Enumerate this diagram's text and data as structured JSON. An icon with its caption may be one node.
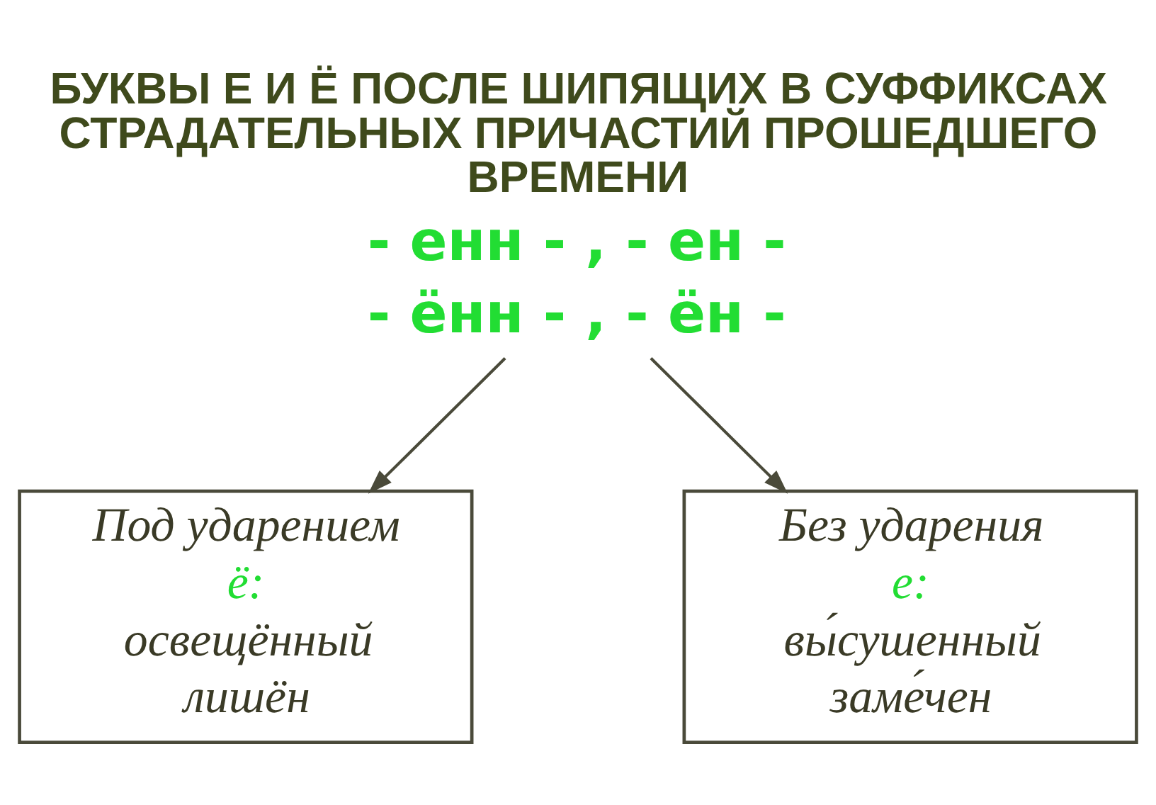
{
  "diagram": {
    "title": "БУКВЫ Е И Ё ПОСЛЕ ШИПЯЩИХ В СУФФИКСАХ СТРАДАТЕЛЬНЫХ ПРИЧАСТИЙ ПРОШЕДШЕГО ВРЕМЕНИ",
    "nodes": [
      {
        "text": [
          "- енн - , - ен -",
          "- ённ - , - ён -"
        ]
      },
      {
        "text": [
          "Под ударением",
          "ё:",
          "освещённый",
          "лишён"
        ]
      },
      {
        "text": [
          "Без ударения",
          "е:",
          "вы́сушенный",
          "заме́чен"
        ]
      }
    ],
    "edges": [
      {
        "from": 0,
        "to": 1,
        "arrow": "to"
      },
      {
        "from": 0,
        "to": 2,
        "arrow": "to"
      }
    ]
  }
}
